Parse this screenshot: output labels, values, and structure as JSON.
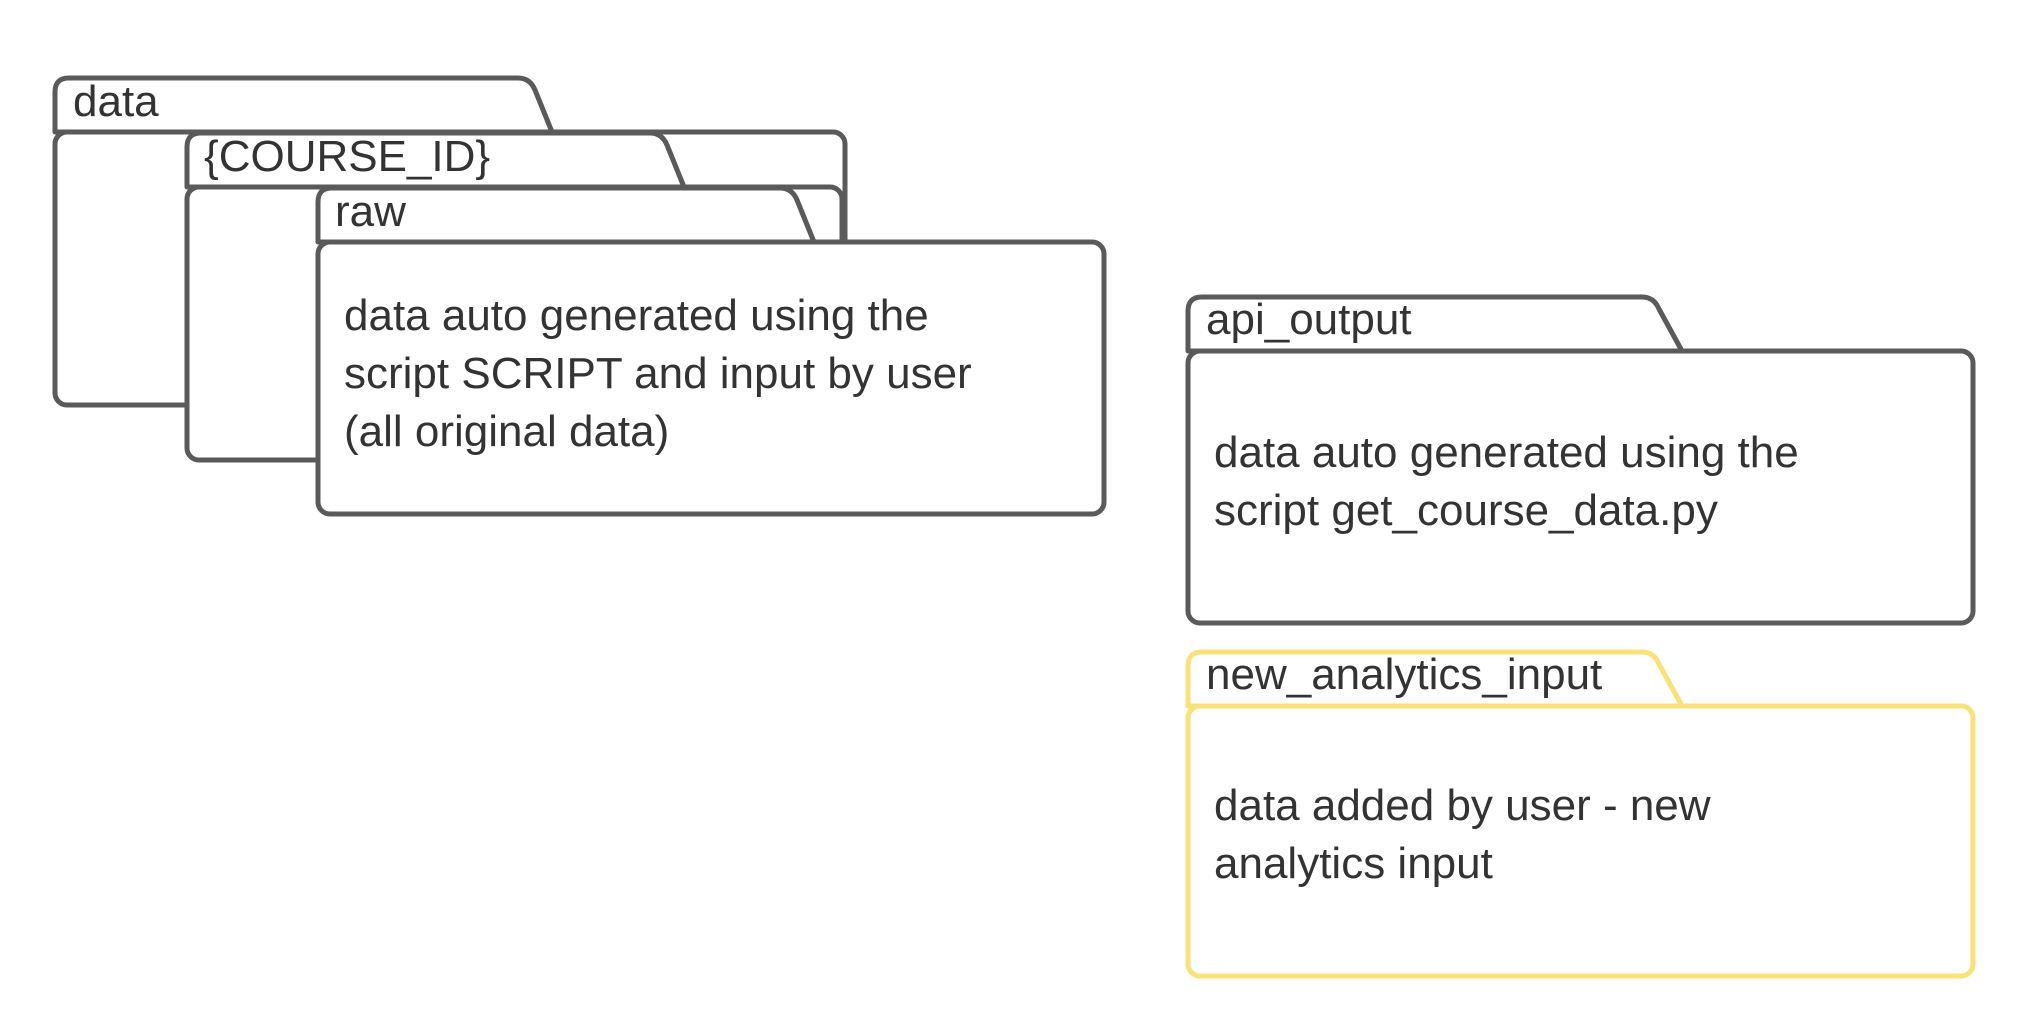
{
  "folders": {
    "data": {
      "label": "data",
      "color": "#5a5a5a"
    },
    "course_id": {
      "label": "{COURSE_ID}",
      "color": "#5a5a5a"
    },
    "raw": {
      "label": "raw",
      "color": "#5a5a5a",
      "lines": [
        "data auto generated using the",
        "script SCRIPT  and input by user",
        "(all original data)"
      ]
    },
    "api_output": {
      "label": "api_output",
      "color": "#5a5a5a",
      "lines": [
        "data auto generated using the",
        "script get_course_data.py"
      ]
    },
    "new_analytics_input": {
      "label": "new_analytics_input",
      "color": "#fbe17a",
      "lines": [
        "data added by user - new",
        "analytics input"
      ]
    }
  }
}
